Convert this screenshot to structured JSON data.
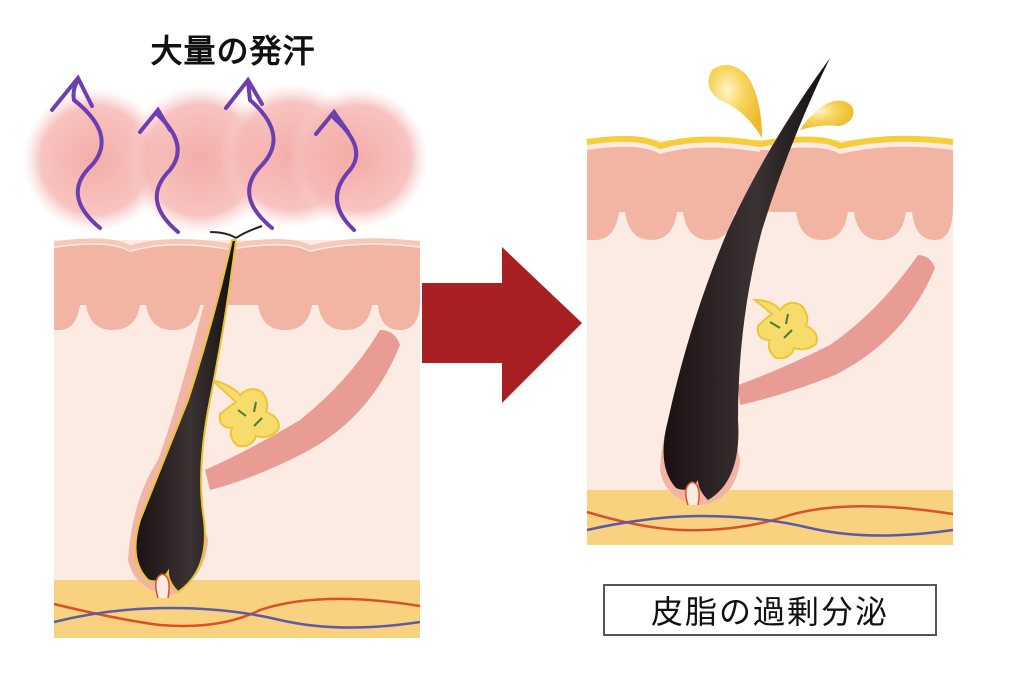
{
  "left_panel": {
    "title": "大量の発汗",
    "description": "Cross-section of skin with hair follicle; pink sweat clouds with purple wavy upward arrows rising from the surface"
  },
  "transition_arrow": {
    "direction": "right",
    "color": "#A82023"
  },
  "right_panel": {
    "caption": "皮脂の過剰分泌",
    "description": "Cross-section of skin with hair follicle; yellow sebum droplets splashing from the pore, yellow sebum film on skin surface"
  },
  "colors": {
    "epidermis": "#F2B5A4",
    "dermis": "#FBEBE3",
    "subcutis": "#F8D27E",
    "hair": "#1E1616",
    "sebum": "#F5D24A",
    "sweat_cloud": "#F6B3B0",
    "sweat_arrow": "#6B3FB0",
    "artery": "#D9502B",
    "vein": "#5E5AA8",
    "muscle": "#E99C94",
    "arrow": "#A82023"
  }
}
